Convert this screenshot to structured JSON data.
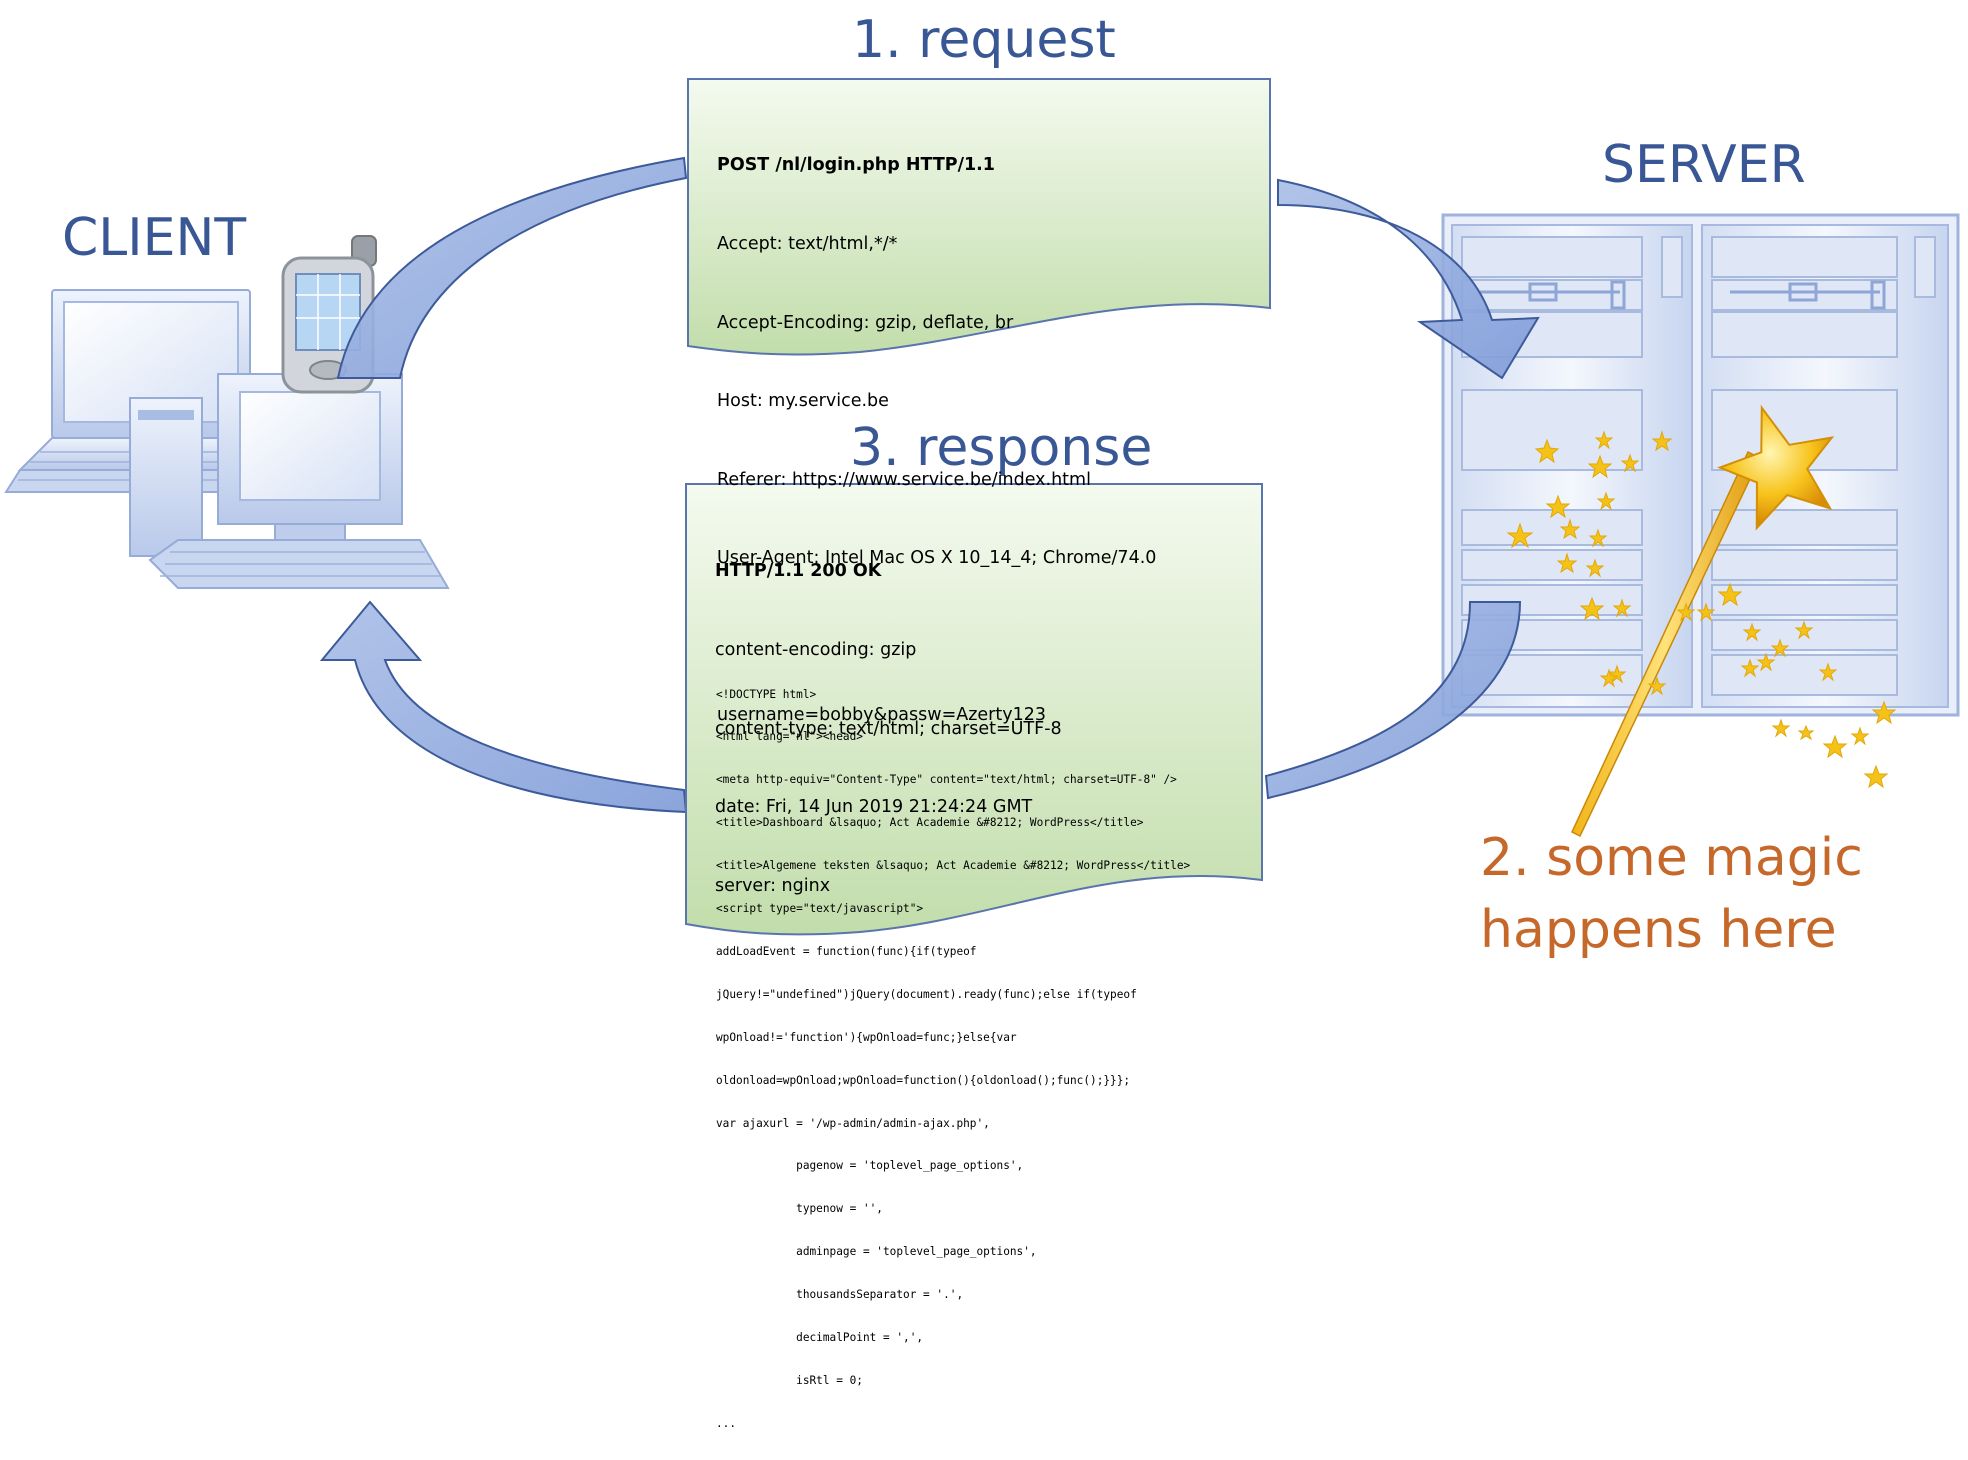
{
  "labels": {
    "client": "CLIENT",
    "server": "SERVER",
    "request": "1. request",
    "response": "3. response",
    "magic_line1": "2. some magic",
    "magic_line2": "happens here"
  },
  "request_doc": {
    "first_line": "POST /nl/login.php HTTP/1.1",
    "headers": [
      "Accept: text/html,*/*",
      "Accept-Encoding: gzip, deflate, br",
      "Host: my.service.be",
      "Referer: https://www.service.be/index.html",
      "User-Agent: Intel Mac OS X 10_14_4; Chrome/74.0"
    ],
    "body": "username=bobby&passw=Azerty123"
  },
  "response_doc": {
    "first_line": "HTTP/1.1 200 OK",
    "headers": [
      "content-encoding: gzip",
      "content-type: text/html; charset=UTF-8",
      "date: Fri, 14 Jun 2019 21:24:24 GMT",
      "server: nginx"
    ],
    "code_lines": [
      "<!DOCTYPE html>",
      "<html lang=\"nl\"><head>",
      "<meta http-equiv=\"Content-Type\" content=\"text/html; charset=UTF-8\" />",
      "<title>Dashboard &lsaquo; Act Academie &#8212; WordPress</title>",
      "<title>Algemene teksten &lsaquo; Act Academie &#8212; WordPress</title>",
      "<script type=\"text/javascript\">",
      "addLoadEvent = function(func){if(typeof",
      "jQuery!=\"undefined\")jQuery(document).ready(func);else if(typeof",
      "wpOnload!='function'){wpOnload=func;}else{var",
      "oldonload=wpOnload;wpOnload=function(){oldonload();func();}}};",
      "var ajaxurl = '/wp-admin/admin-ajax.php',",
      "            pagenow = 'toplevel_page_options',",
      "            typenow = '',",
      "            adminpage = 'toplevel_page_options',",
      "            thousandsSeparator = '.',",
      "            decimalPoint = ',',",
      "            isRtl = 0;",
      "..."
    ]
  },
  "colors": {
    "label_blue": "#3a5795",
    "magic_orange": "#c5682a",
    "arrow_fill": "#8fa8dc",
    "doc_green_top": "#f3f9ee",
    "doc_green_bottom": "#c4deae"
  }
}
